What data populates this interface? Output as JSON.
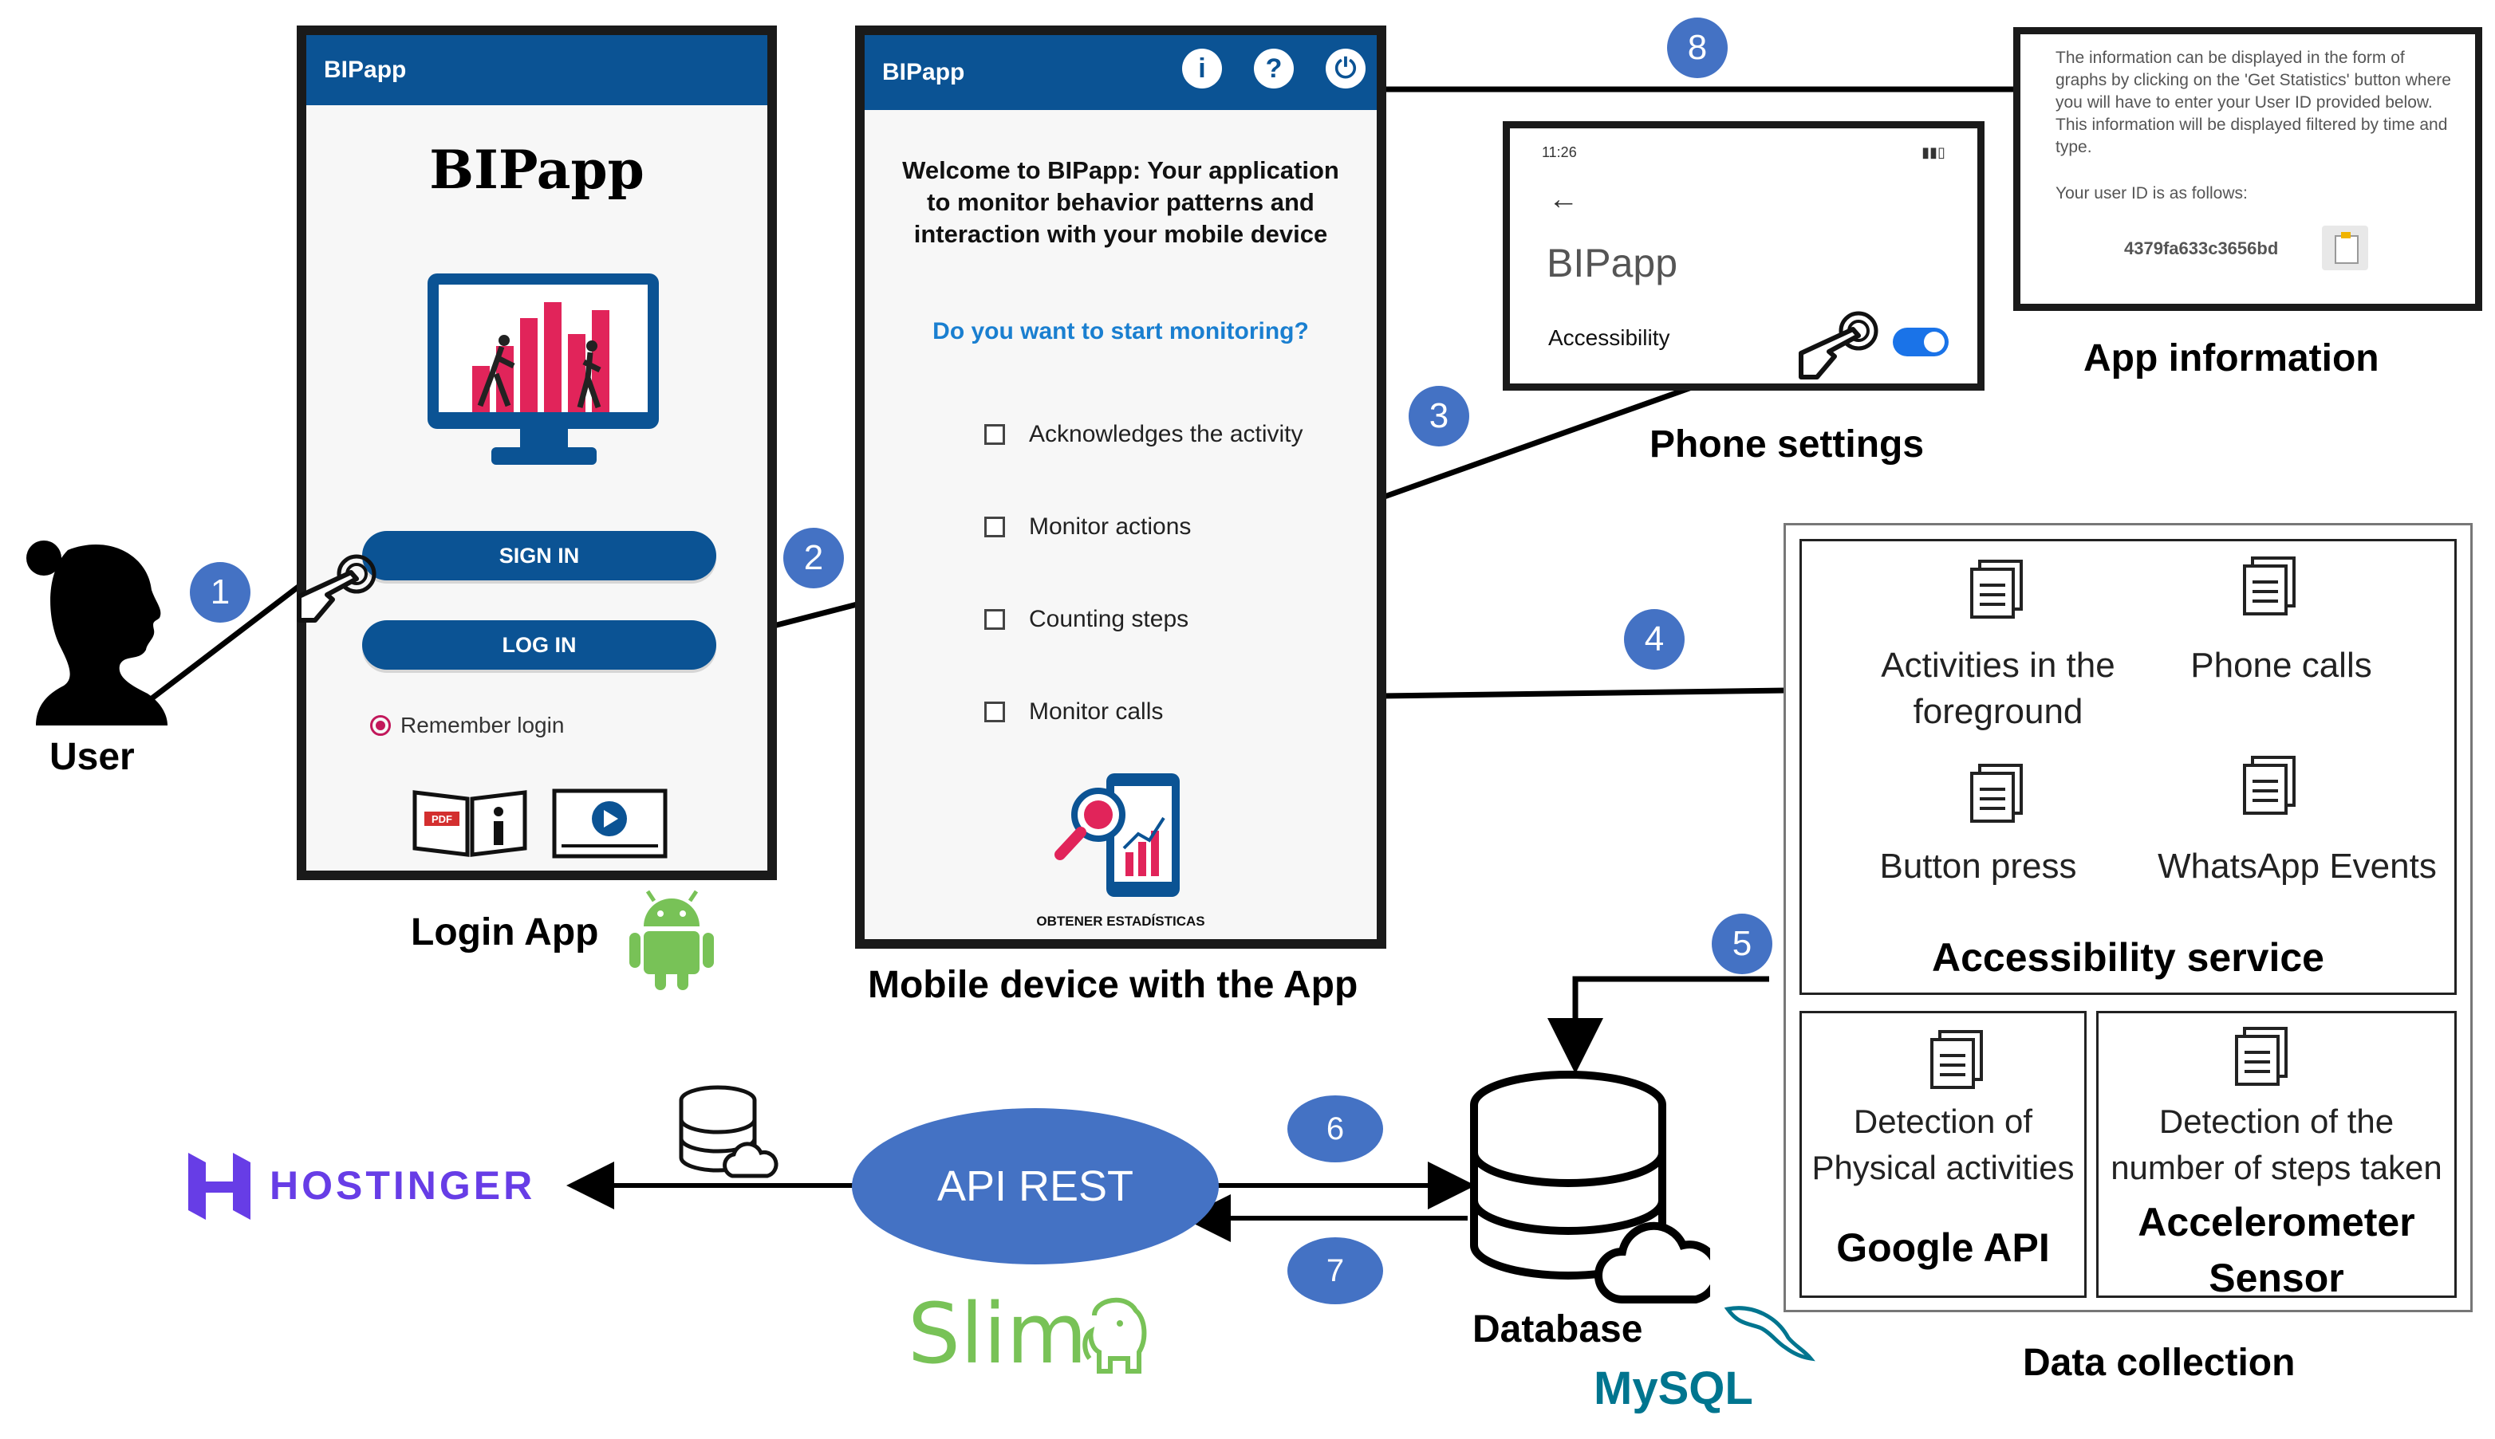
{
  "user": {
    "label": "User"
  },
  "login_app": {
    "topbar": "BIPapp",
    "logo": "BIPapp",
    "sign_in": "SIGN IN",
    "log_in": "LOG IN",
    "remember": "Remember login",
    "pdf_text": "PDF",
    "caption": "Login App"
  },
  "main_app": {
    "topbar": "BIPapp",
    "welcome": "Welcome to BIPapp: Your application to monitor behavior patterns and interaction with your mobile device",
    "question": "Do you want to start monitoring?",
    "options": [
      "Acknowledges the activity",
      "Monitor actions",
      "Counting steps",
      "Monitor calls"
    ],
    "stats_label": "OBTENER ESTADÍSTICAS",
    "caption": "Mobile device with the App"
  },
  "phone_settings": {
    "time": "11:26",
    "title": "BIPapp",
    "item": "Accessibility",
    "caption": "Phone settings"
  },
  "app_info": {
    "text": "The information can be displayed in the form of graphs  by clicking on the 'Get Statistics' button where you will have to enter your User ID  provided below. This information  will be displayed filtered by time and type.",
    "user_id_label": "Your user ID is as follows:",
    "user_id": "4379fa633c3656bd",
    "caption": "App information"
  },
  "badges": [
    "1",
    "2",
    "3",
    "4",
    "5",
    "6",
    "7",
    "8"
  ],
  "data_collection": {
    "services": [
      "Activities in the foreground",
      "Phone calls",
      "Button press",
      "WhatsApp Events"
    ],
    "accessibility_label": "Accessibility service",
    "google_text": "Detection of Physical activities",
    "google_label": "Google API",
    "accel_text": "Detection of the number of steps taken",
    "accel_label": "Accelerometer Sensor",
    "caption": "Data collection"
  },
  "backend": {
    "api": "API REST",
    "hostinger": "HOSTINGER",
    "slim": "Slim",
    "database": "Database",
    "mysql": "MySQL"
  },
  "colors": {
    "blue": "#4472c4",
    "app_blue": "#0b5394",
    "link": "#1a7fd0",
    "pink": "#c2185b",
    "android": "#78c257"
  }
}
